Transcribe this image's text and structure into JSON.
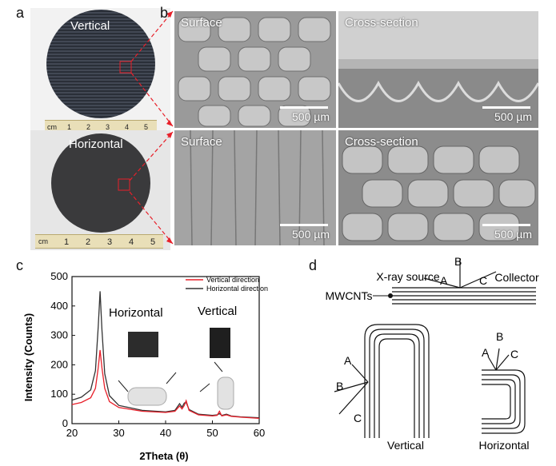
{
  "panels": {
    "a": "a",
    "b": "b",
    "c": "c",
    "d": "d"
  },
  "panel_a": {
    "top_label": "Vertical",
    "bottom_label": "Horizontal",
    "ruler_top": [
      "cm",
      "1",
      "2",
      "3",
      "4",
      "5"
    ],
    "ruler_bottom": [
      "cm",
      "1",
      "2",
      "3",
      "4",
      "5"
    ]
  },
  "panel_b": {
    "tl_title": "Surface",
    "tl_scale": "500 µm",
    "tr_title": "Cross-section",
    "tr_scale": "500 µm",
    "bl_title": "Surface",
    "bl_scale": "500 µm",
    "br_title": "Cross-section",
    "br_scale": "500 µm"
  },
  "panel_d": {
    "xray_source": "X-ray source",
    "collector": "Collector",
    "mwcnts": "MWCNTs",
    "A": "A",
    "B": "B",
    "C": "C",
    "vertical": "Vertical",
    "horizontal": "Horizontal"
  },
  "colors": {
    "vertical_series": "#e8202a",
    "horizontal_series": "#333333",
    "callout": "#e8202a"
  },
  "chart_data": {
    "type": "line",
    "xlabel": "2Theta (θ)",
    "ylabel": "Intensity (Counts)",
    "xlim": [
      20,
      60
    ],
    "ylim": [
      0,
      500
    ],
    "xticks": [
      "20",
      "30",
      "40",
      "50",
      "60"
    ],
    "yticks": [
      "0",
      "100",
      "200",
      "300",
      "400",
      "500"
    ],
    "legend_position": "top-right",
    "annotations": [
      "Horizontal",
      "Vertical"
    ],
    "series": [
      {
        "name": "Vertical direction",
        "color": "#e8202a",
        "x": [
          20,
          22,
          24,
          25,
          25.6,
          26,
          26.4,
          27,
          28,
          30,
          35,
          40,
          42,
          43,
          43.5,
          44,
          44.4,
          45,
          47,
          50,
          51,
          51.5,
          52,
          53,
          54,
          56,
          60
        ],
        "y": [
          65,
          72,
          88,
          120,
          190,
          250,
          190,
          120,
          75,
          55,
          42,
          38,
          42,
          60,
          50,
          62,
          78,
          45,
          30,
          26,
          28,
          42,
          26,
          30,
          25,
          22,
          18
        ]
      },
      {
        "name": "Horizontal direction",
        "color": "#333333",
        "x": [
          20,
          22,
          24,
          25,
          25.6,
          26,
          26.4,
          27,
          28,
          30,
          35,
          40,
          42,
          43,
          43.5,
          44,
          44.4,
          45,
          47,
          50,
          51,
          51.5,
          52,
          53,
          54,
          56,
          60
        ],
        "y": [
          80,
          90,
          115,
          180,
          330,
          450,
          320,
          170,
          95,
          62,
          45,
          40,
          45,
          68,
          56,
          70,
          72,
          48,
          32,
          28,
          30,
          34,
          28,
          32,
          26,
          23,
          20
        ]
      }
    ]
  }
}
